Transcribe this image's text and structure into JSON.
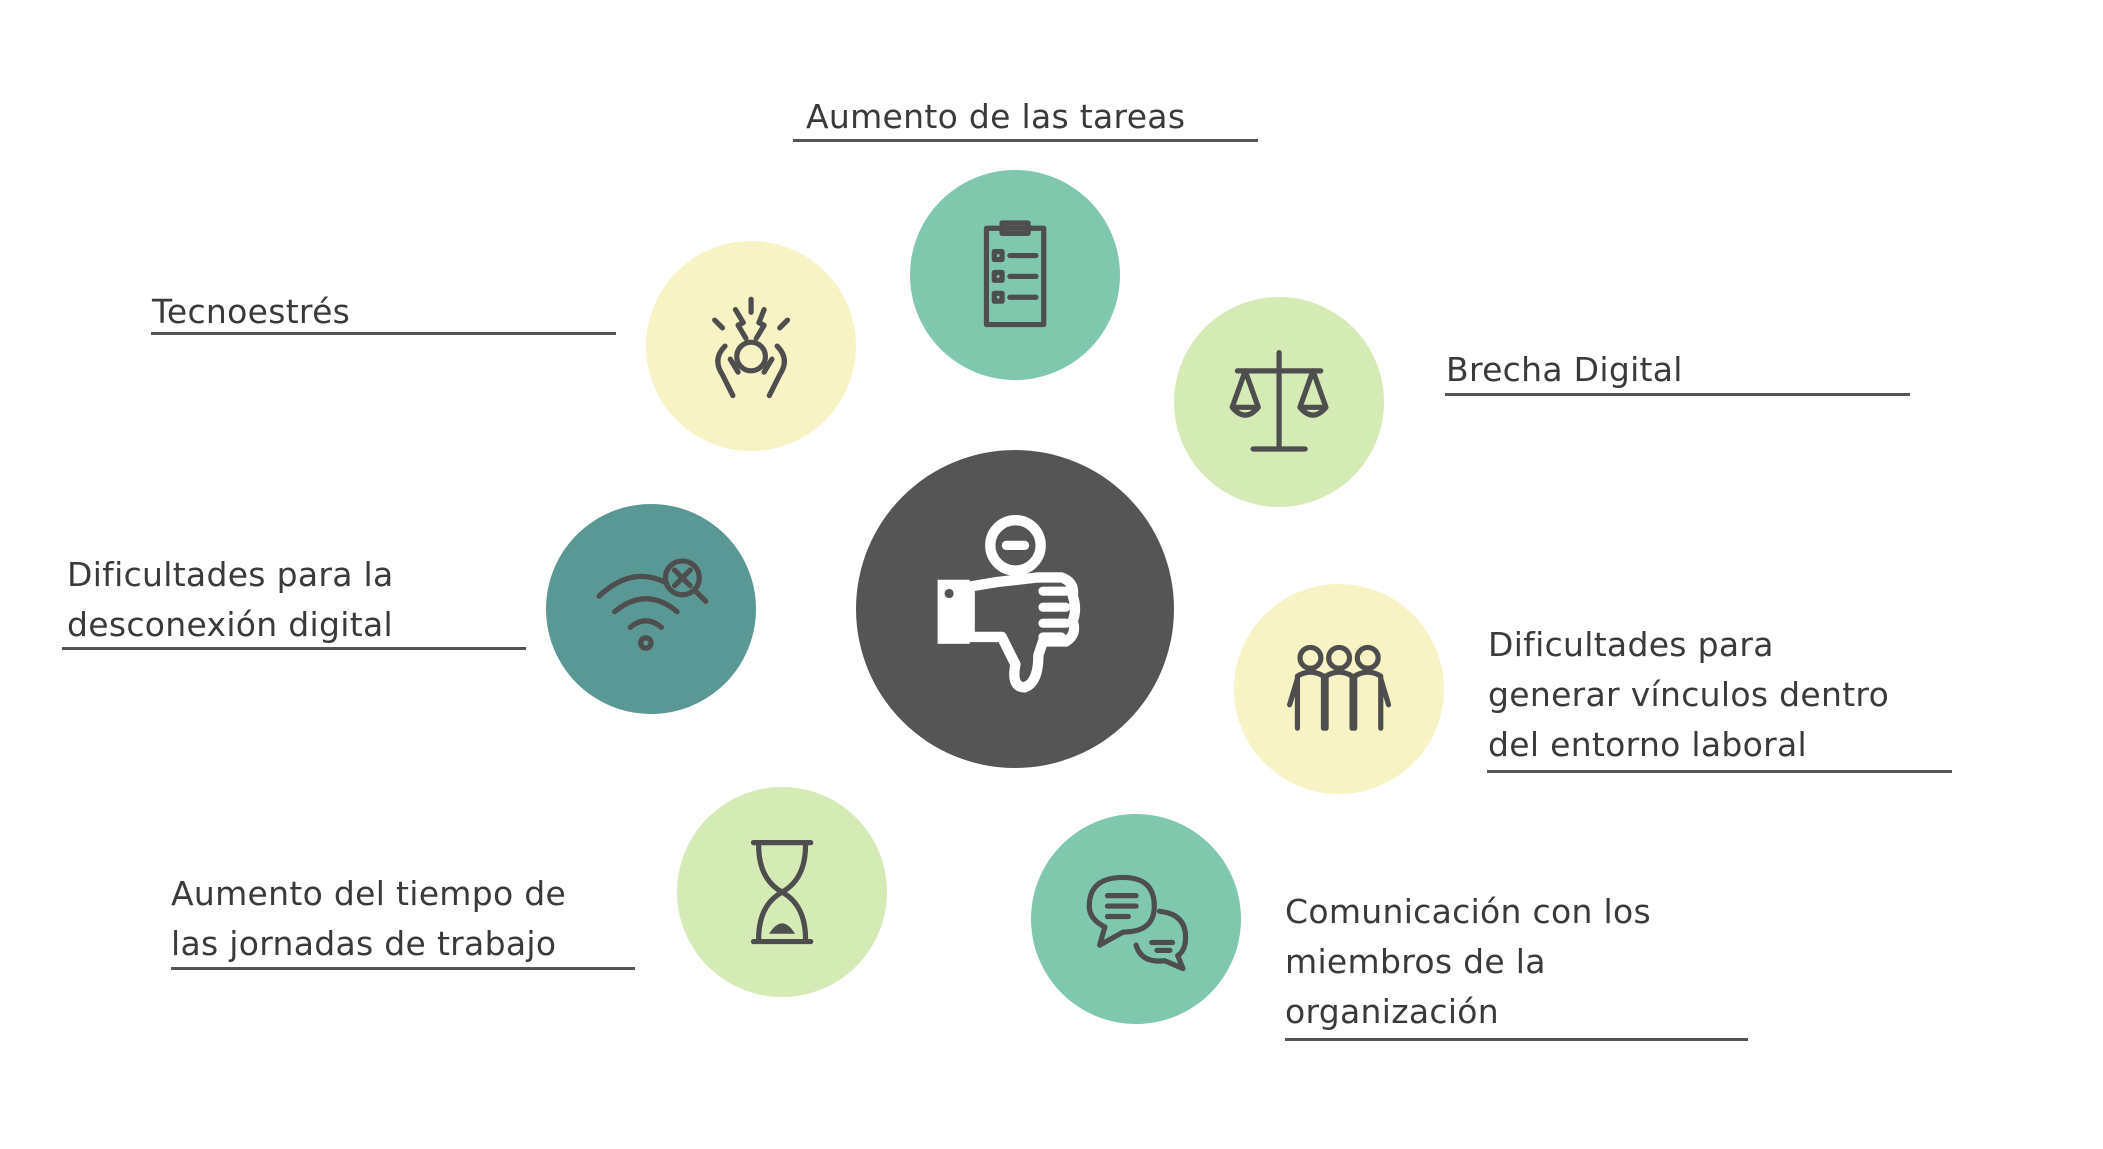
{
  "center": {
    "icon": "thumbs-down-icon",
    "color": "#555555"
  },
  "items": [
    {
      "id": "tareas",
      "lines": [
        "Aumento de las tareas"
      ],
      "icon": "clipboard-checklist-icon",
      "color": "#7fc8ae"
    },
    {
      "id": "tecnoestres",
      "lines": [
        "Tecnoestrés"
      ],
      "icon": "stress-head-icon",
      "color": "#f8f3c4"
    },
    {
      "id": "brecha",
      "lines": [
        "Brecha Digital"
      ],
      "icon": "scales-icon",
      "color": "#d5ebb6"
    },
    {
      "id": "desconexion",
      "lines": [
        "Dificultades para la",
        "desconexión digital"
      ],
      "icon": "wifi-off-icon",
      "color": "#5a9896"
    },
    {
      "id": "vinculos",
      "lines": [
        "Dificultades para",
        "generar vínculos dentro",
        "del entorno laboral"
      ],
      "icon": "people-group-icon",
      "color": "#f8f3c4"
    },
    {
      "id": "tiempo",
      "lines": [
        "Aumento del tiempo de",
        "las jornadas de trabajo"
      ],
      "icon": "hourglass-icon",
      "color": "#d5ebb6"
    },
    {
      "id": "comunicacion",
      "lines": [
        "Comunicación con los",
        "miembros de la",
        "organización"
      ],
      "icon": "chat-bubbles-icon",
      "color": "#7fc8ae"
    }
  ]
}
